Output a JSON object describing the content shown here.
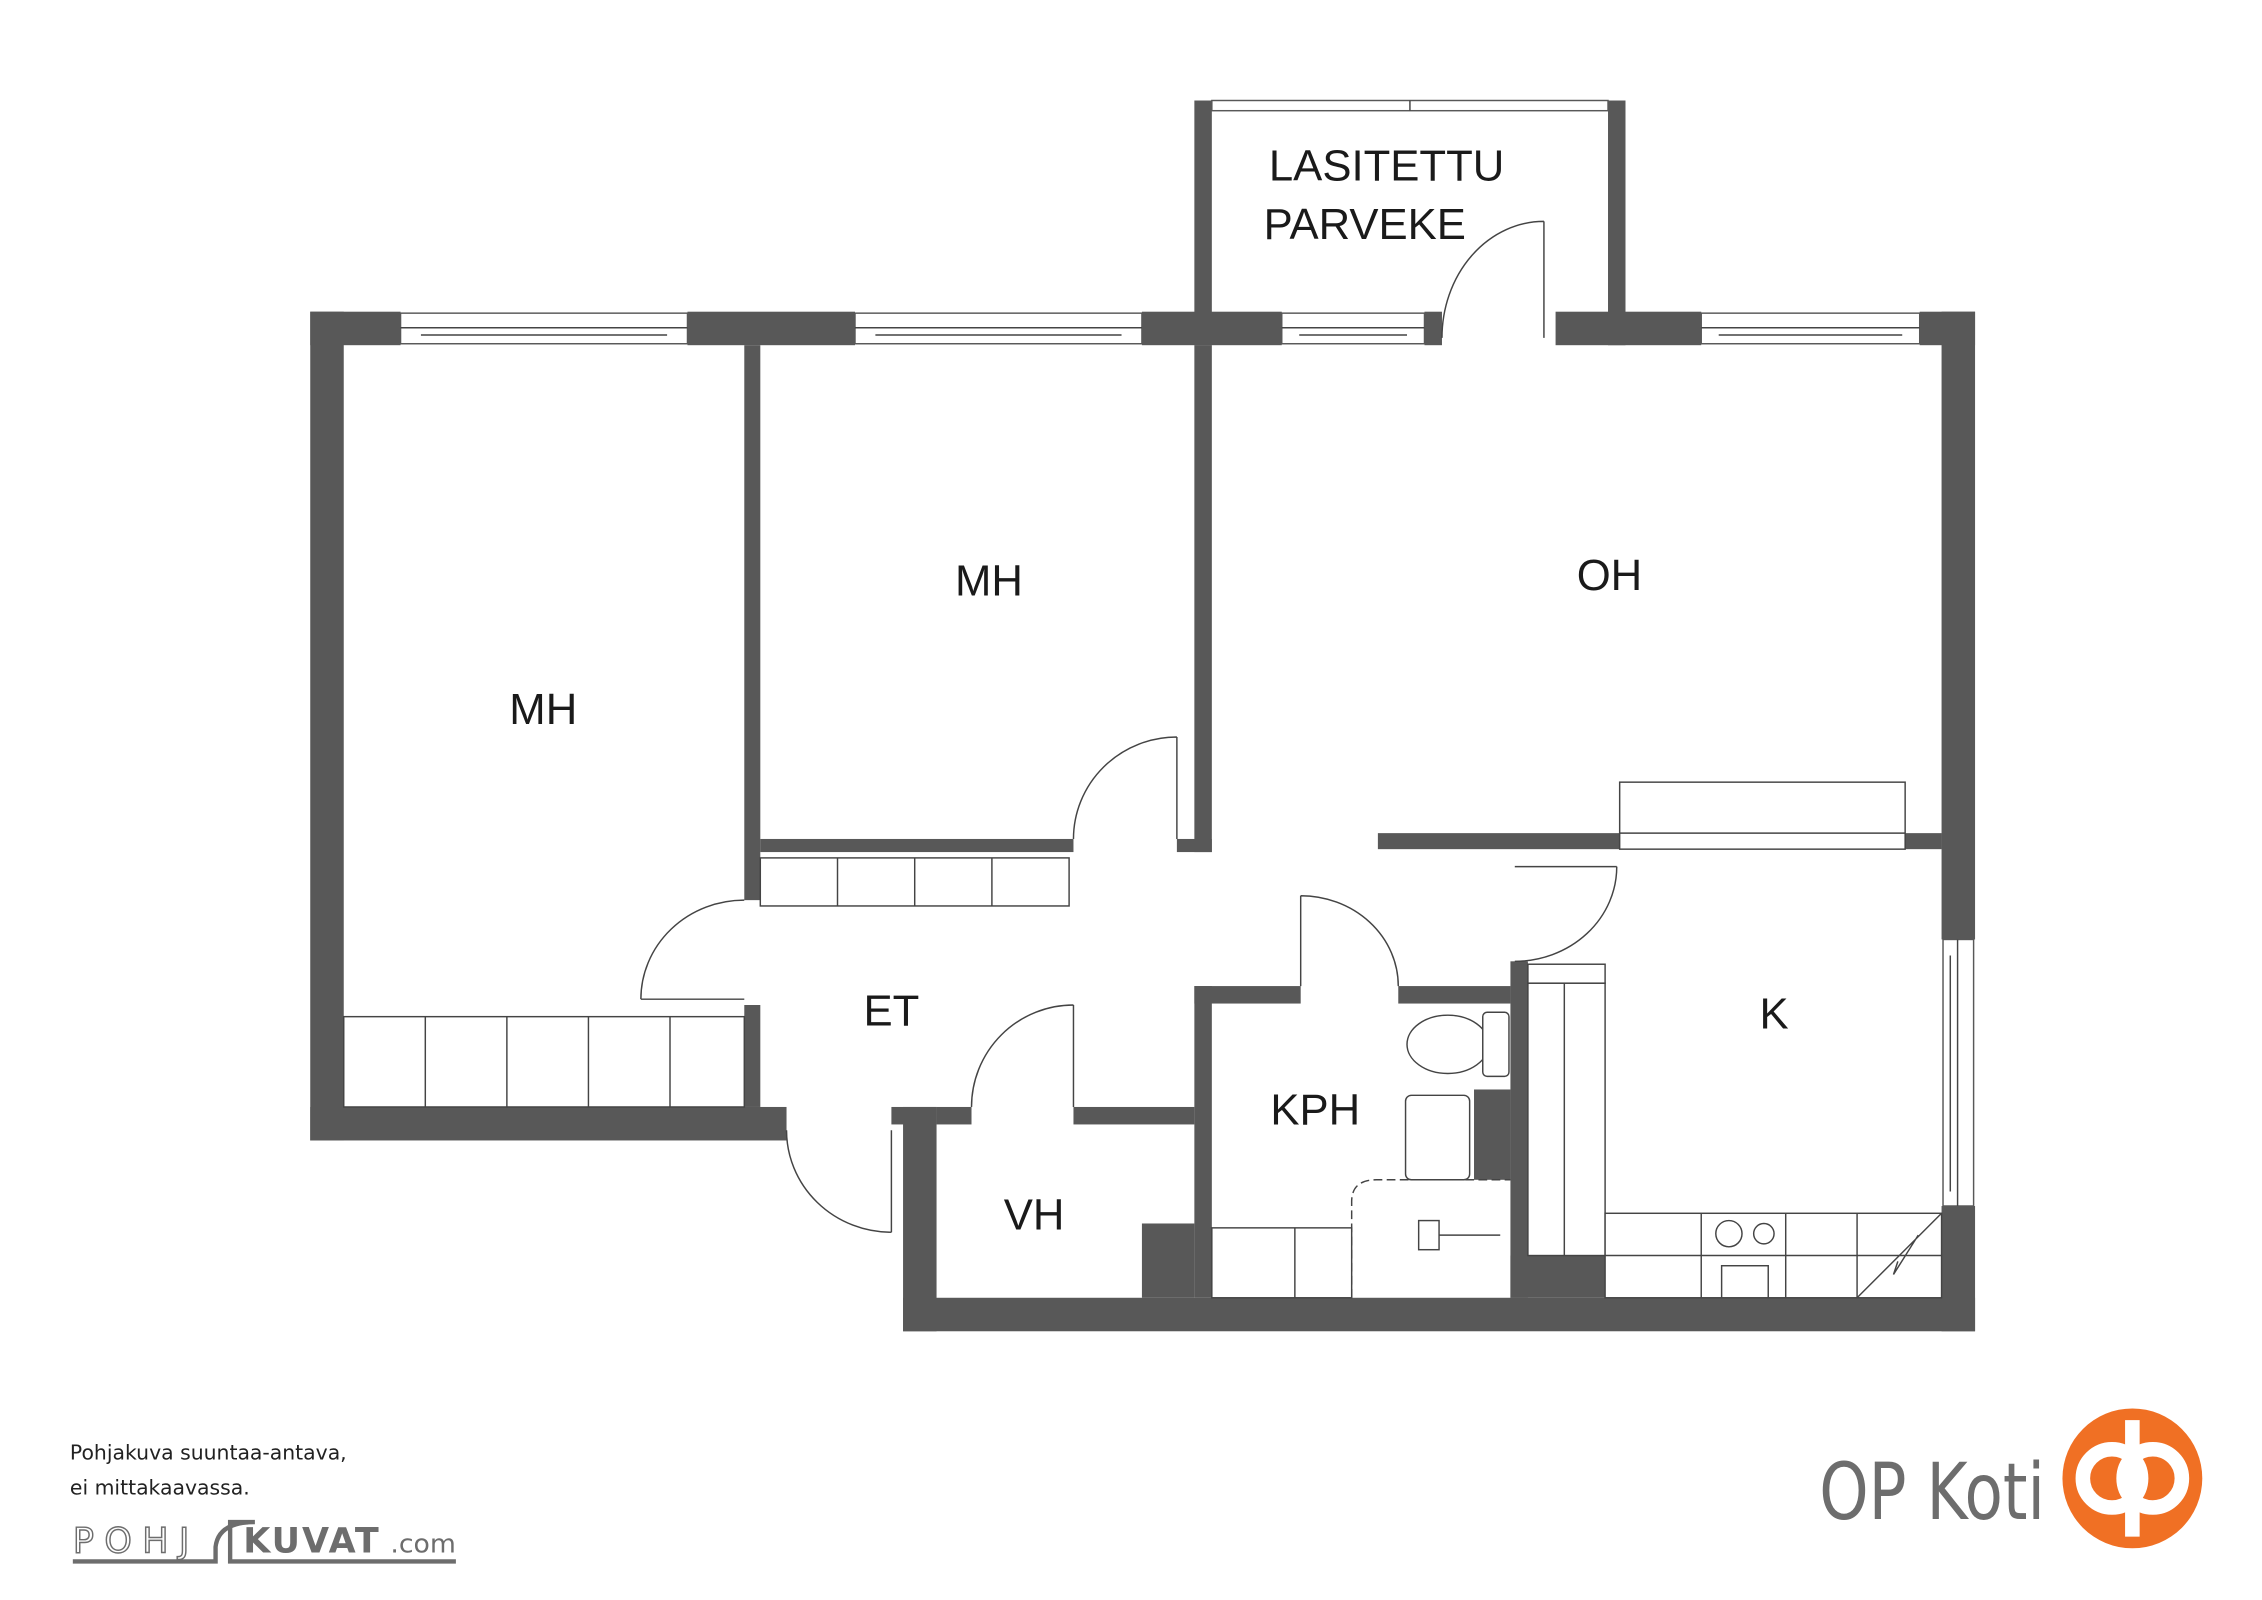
{
  "rooms": {
    "bedroom_1": "MH",
    "bedroom_2": "MH",
    "living_room": "OH",
    "balcony_line1": "LASITETTU",
    "balcony_line2": "PARVEKE",
    "hallway": "ET",
    "kitchen": "K",
    "bathroom": "KPH",
    "closet": "VH"
  },
  "footer": {
    "disclaimer_line1": "Pohjakuva suuntaa-antava,",
    "disclaimer_line2": "ei mittakaavassa.",
    "credit_logo_outline": "POHJ",
    "credit_logo_bold": "KUVAT",
    "credit_logo_suffix": ".com",
    "brand_name": "OP Koti"
  },
  "colors": {
    "wall": "#585858",
    "brand_orange": "#f07024",
    "brand_text": "#6d6d6d"
  }
}
